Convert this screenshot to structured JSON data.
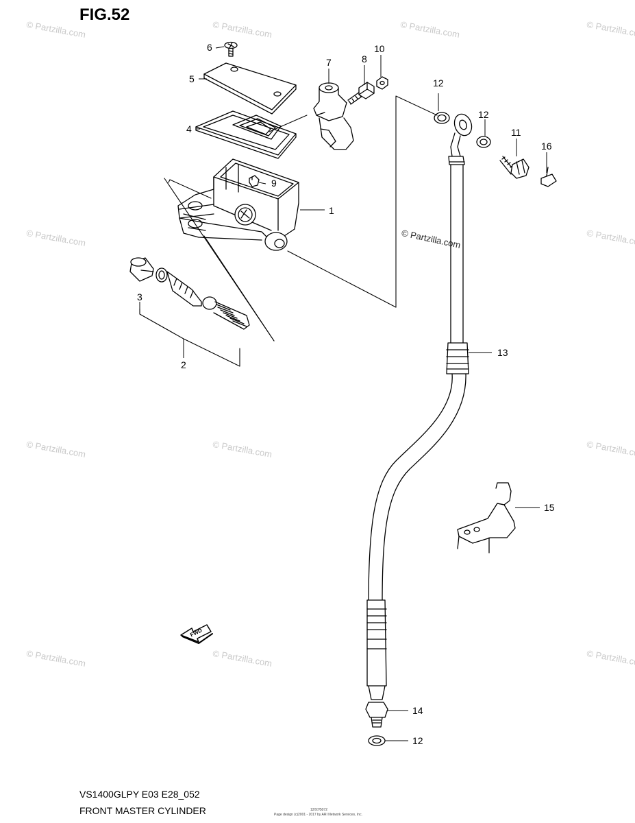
{
  "figure_title": "FIG.52",
  "model_code": "VS1400GLPY E03 E28_052",
  "diagram_name": "FRONT MASTER CYLINDER",
  "copyright_center": "© Partzilla.com",
  "watermark_text": "© Partzilla.com",
  "fwd_label": "FWD",
  "fine_print_line1": "12/97/5072",
  "fine_print_line2": "Page design (c)2001 - 2017 by ARI Network Services, Inc.",
  "part_labels": {
    "p1": "1",
    "p2": "2",
    "p3": "3",
    "p4": "4",
    "p5": "5",
    "p6": "6",
    "p7": "7",
    "p8": "8",
    "p9": "9",
    "p10": "10",
    "p11": "11",
    "p12a": "12",
    "p12b": "12",
    "p12c": "12",
    "p13": "13",
    "p14": "14",
    "p15": "15",
    "p16": "16"
  },
  "colors": {
    "line": "#000000",
    "watermark": "#c9c9c9",
    "background": "#ffffff"
  }
}
